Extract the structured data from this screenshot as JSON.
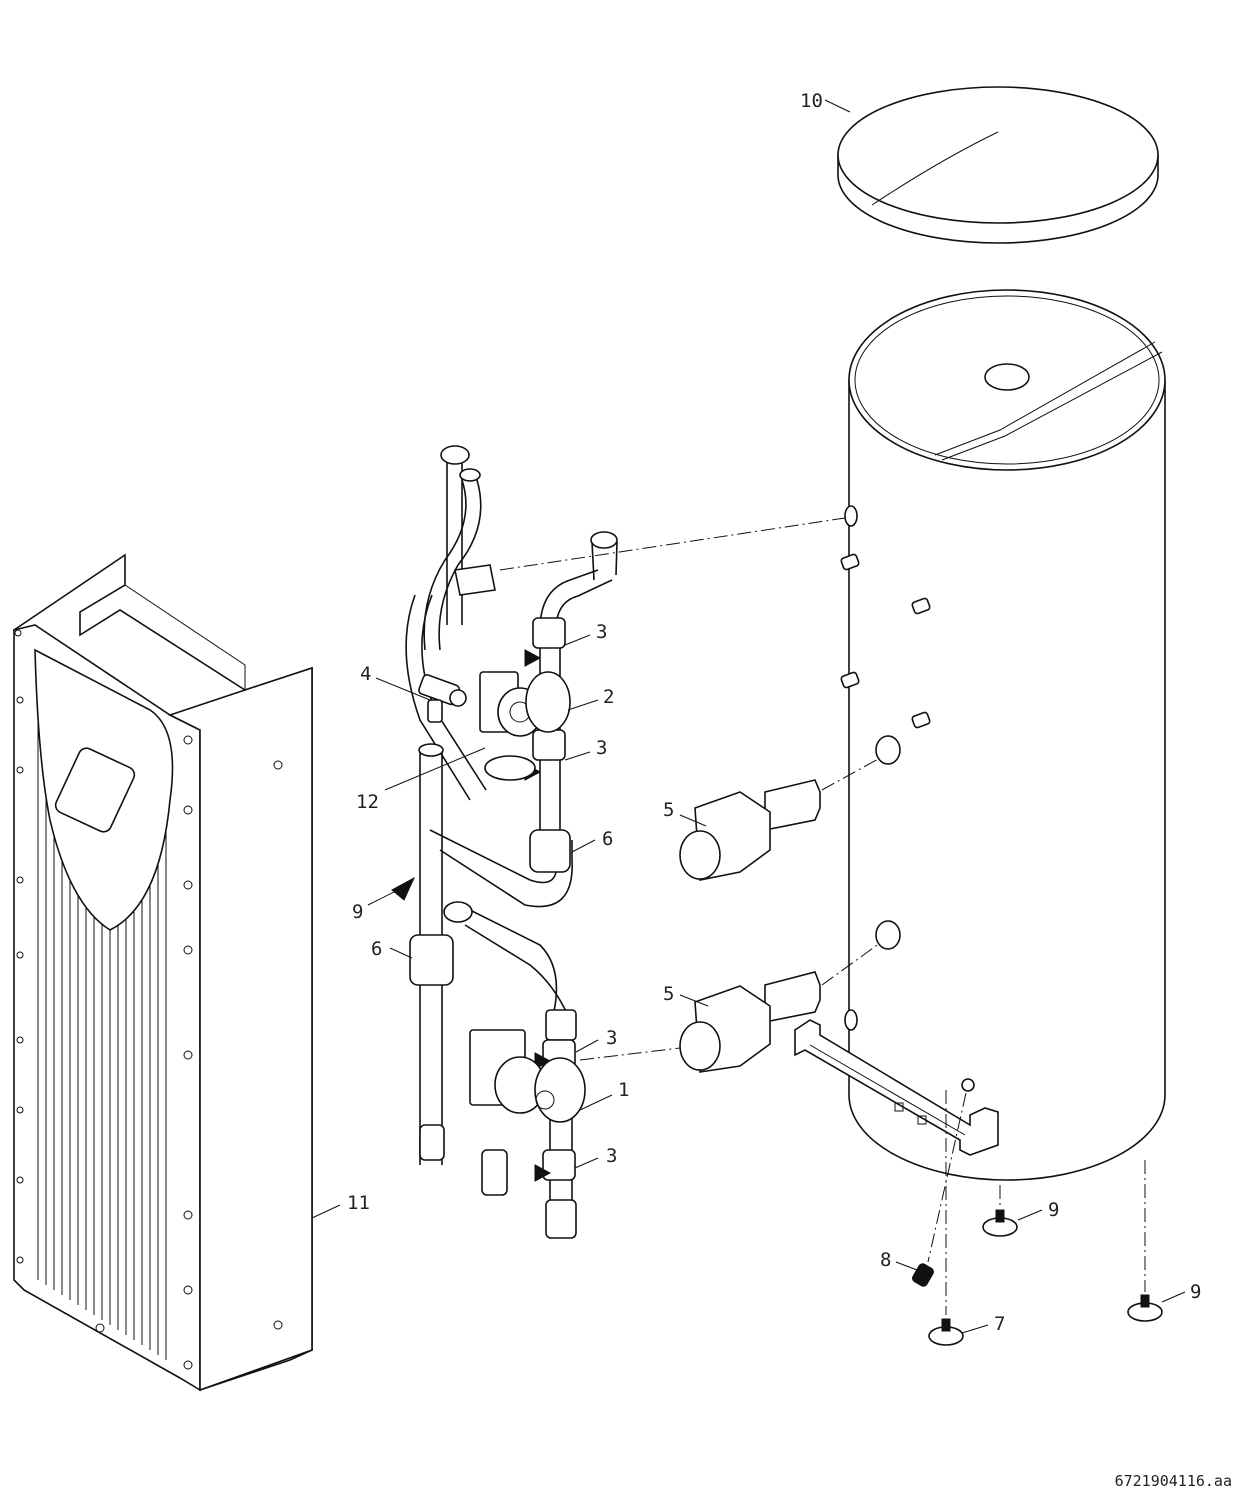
{
  "drawing": {
    "callouts": [
      {
        "id": "pump-1",
        "text": "1"
      },
      {
        "id": "pump-2",
        "text": "2"
      },
      {
        "id": "valve-3a",
        "text": "3"
      },
      {
        "id": "valve-3b",
        "text": "3"
      },
      {
        "id": "valve-3c",
        "text": "3"
      },
      {
        "id": "valve-3d",
        "text": "3"
      },
      {
        "id": "valve-4",
        "text": "4"
      },
      {
        "id": "heater-5a",
        "text": "5"
      },
      {
        "id": "heater-5b",
        "text": "5"
      },
      {
        "id": "union-6a",
        "text": "6"
      },
      {
        "id": "union-6b",
        "text": "6"
      },
      {
        "id": "drain-7",
        "text": "7"
      },
      {
        "id": "arrow-8",
        "text": "8"
      },
      {
        "id": "foot-9a",
        "text": "9"
      },
      {
        "id": "foot-9b",
        "text": "9"
      },
      {
        "id": "foot-9c",
        "text": "9"
      },
      {
        "id": "lid-10",
        "text": "10"
      },
      {
        "id": "cover-11",
        "text": "11"
      },
      {
        "id": "sensor-12",
        "text": "12"
      }
    ],
    "drawing_code": "6721904116.aa"
  }
}
